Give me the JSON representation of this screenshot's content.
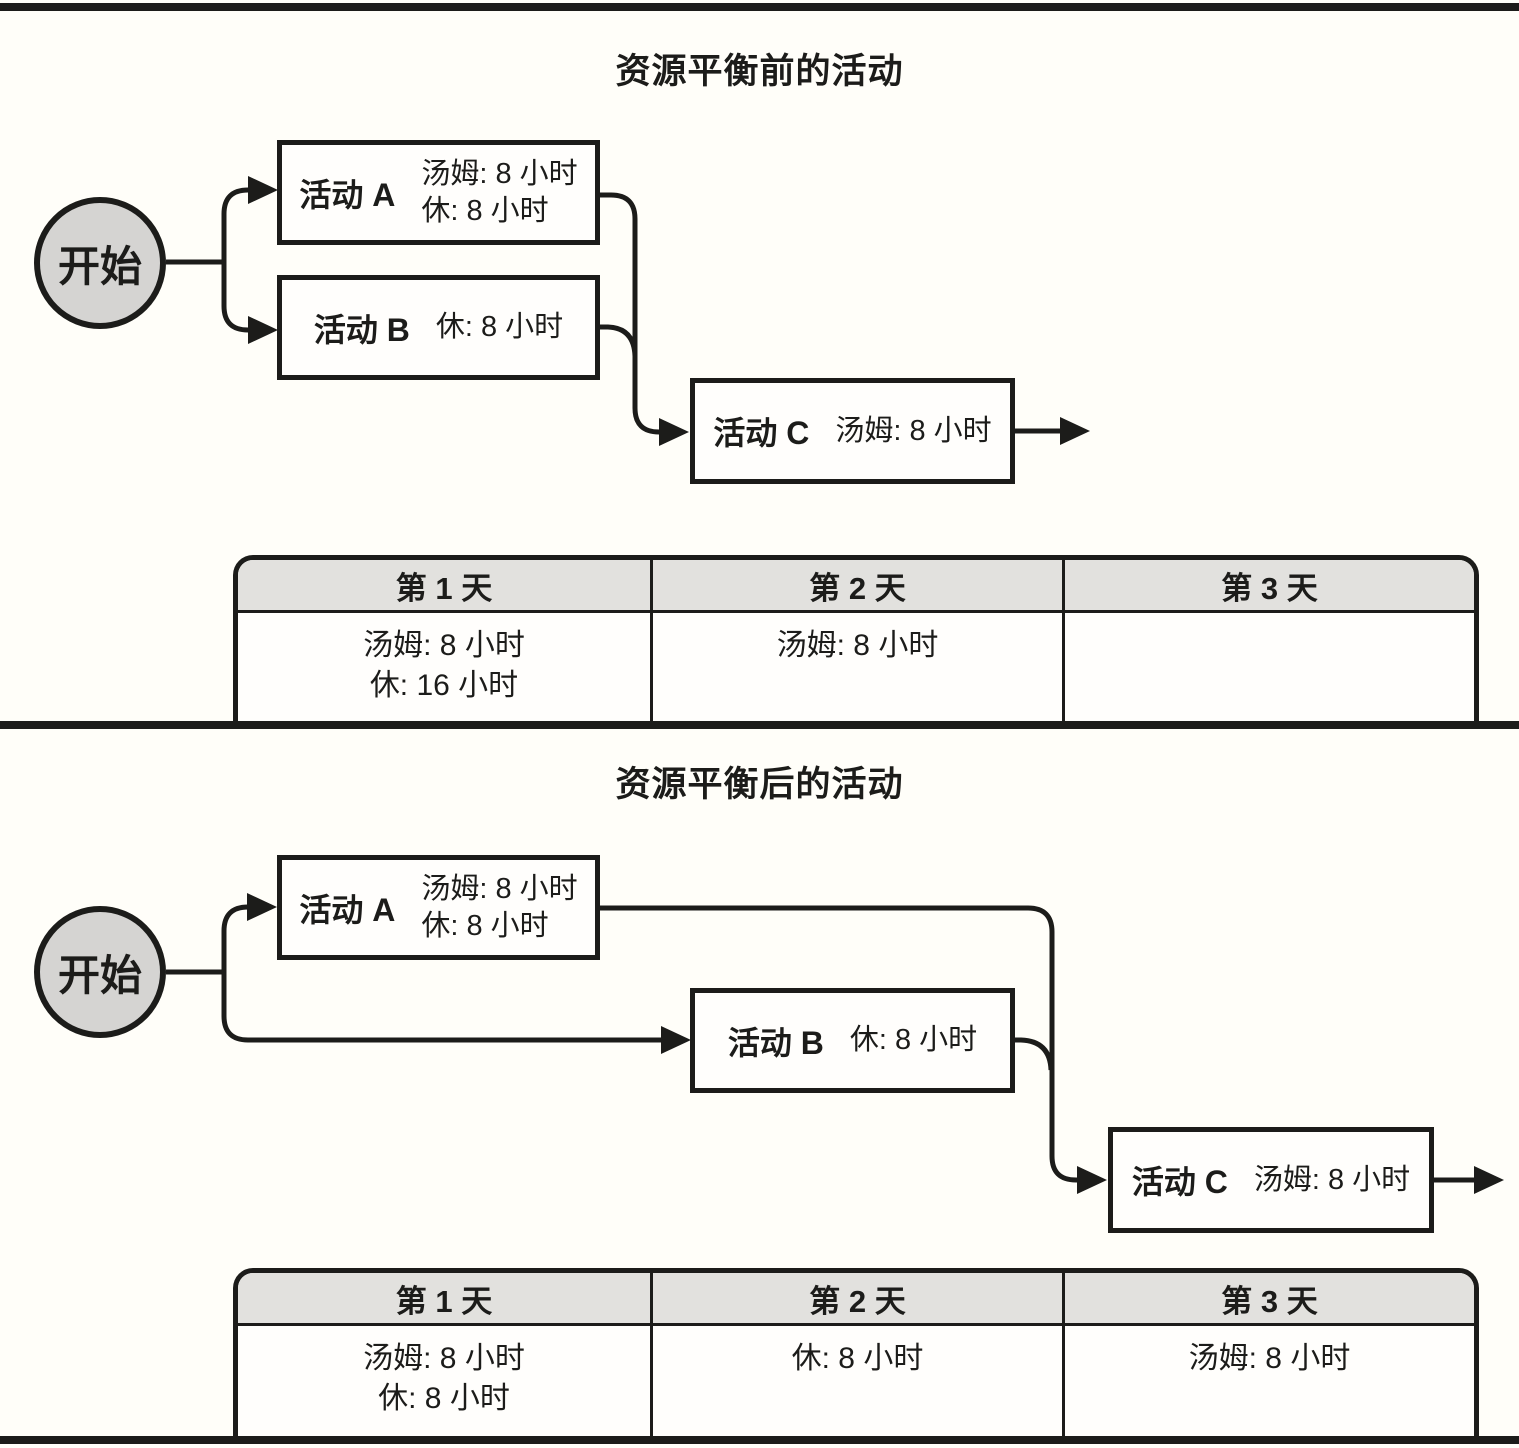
{
  "before": {
    "title": "资源平衡前的活动",
    "start_label": "开始",
    "activities": [
      {
        "name": "活动 A",
        "resources": [
          "汤姆: 8 小时",
          "休: 8 小时"
        ]
      },
      {
        "name": "活动 B",
        "resources": [
          "休: 8 小时"
        ]
      },
      {
        "name": "活动 C",
        "resources": [
          "汤姆: 8 小时"
        ]
      }
    ],
    "table": {
      "headers": [
        "第 1 天",
        "第 2 天",
        "第 3 天"
      ],
      "cells": [
        [
          "汤姆: 8 小时",
          "休: 16 小时"
        ],
        [
          "汤姆: 8 小时"
        ],
        []
      ]
    }
  },
  "after": {
    "title": "资源平衡后的活动",
    "start_label": "开始",
    "activities": [
      {
        "name": "活动 A",
        "resources": [
          "汤姆: 8 小时",
          "休: 8 小时"
        ]
      },
      {
        "name": "活动 B",
        "resources": [
          "休: 8 小时"
        ]
      },
      {
        "name": "活动 C",
        "resources": [
          "汤姆: 8 小时"
        ]
      }
    ],
    "table": {
      "headers": [
        "第 1 天",
        "第 2 天",
        "第 3 天"
      ],
      "cells": [
        [
          "汤姆: 8 小时",
          "休: 8 小时"
        ],
        [
          "休: 8 小时"
        ],
        [
          "汤姆: 8 小时"
        ]
      ]
    }
  },
  "colors": {
    "ink": "#1c1c1a",
    "start_node_fill": "#d5d4d2",
    "table_header_fill": "#e2e1de",
    "background": "#fffef9"
  }
}
